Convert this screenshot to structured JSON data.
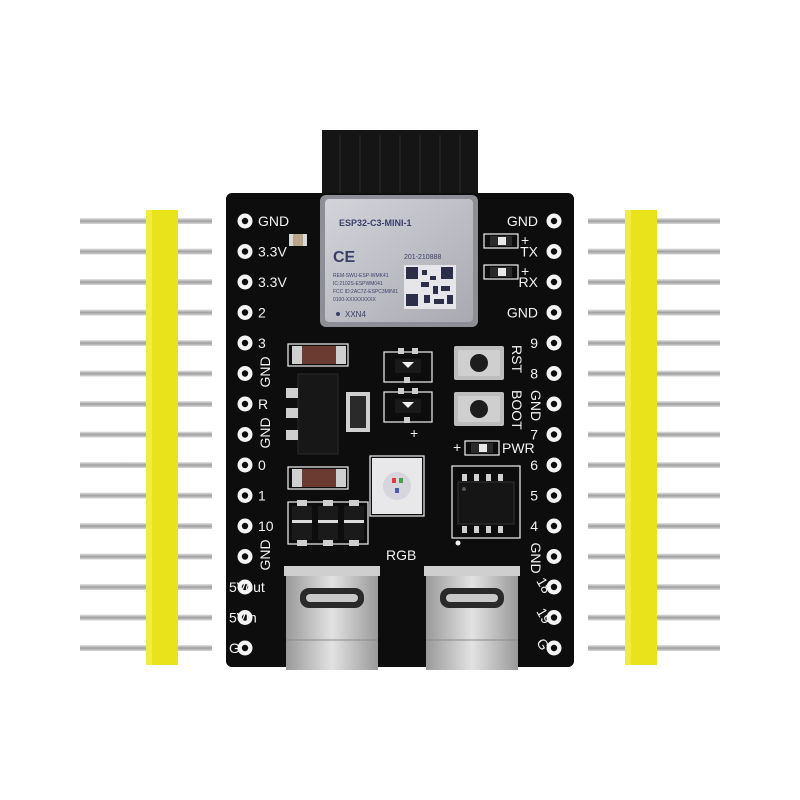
{
  "module": {
    "title": "ESP32-C3-MINI-1",
    "cert_lines": [
      "REM-SWU-ESP-WMK41",
      "IC:2102S-ESPWM041",
      "FCC ID:2AC7Z-ESPC3MINI1",
      "0100-XXXXXXXXX"
    ],
    "code": "201-210888",
    "marking": "XXN4",
    "ce": "CE"
  },
  "left_pins": [
    "GND",
    "3.3V",
    "3.3V",
    "2",
    "3",
    "GND",
    "R",
    "GND",
    "0",
    "1",
    "10",
    "GND",
    "5Vout",
    "5Vin",
    "G"
  ],
  "right_pins": [
    "GND",
    "TX",
    "RX",
    "GND",
    "9",
    "8",
    "GND",
    "7",
    "6",
    "5",
    "4",
    "GND",
    "18",
    "19",
    "G"
  ],
  "labels": {
    "rst": "RST",
    "boot": "BOOT",
    "pwr": "PWR",
    "rgb": "RGB",
    "tx": "TX",
    "rx": "RX"
  },
  "colors": {
    "pcb": "#0d0d0d",
    "header_plastic": "#e9e31c",
    "pin_metal": "#c9c9c9",
    "module_shield": "#bdbec4",
    "silkscreen": "#f2f2f2"
  }
}
